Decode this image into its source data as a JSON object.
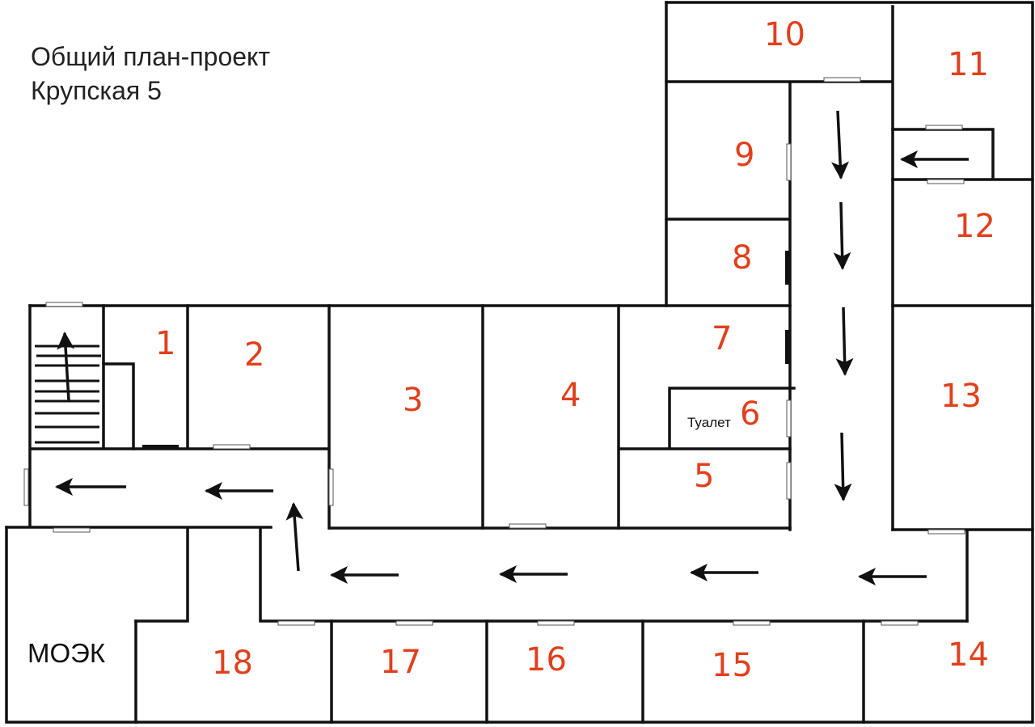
{
  "title": {
    "line1": "Общий план-проект",
    "line2": "Крупская 5"
  },
  "rooms": [
    "1",
    "2",
    "3",
    "4",
    "5",
    "6",
    "7",
    "8",
    "9",
    "10",
    "11",
    "12",
    "13",
    "14",
    "15",
    "16",
    "17",
    "18"
  ],
  "labels": {
    "toilet": "Туалет",
    "moek": "МОЭК"
  },
  "colors": {
    "room_number": "#e0401c",
    "walls": "#111111"
  }
}
